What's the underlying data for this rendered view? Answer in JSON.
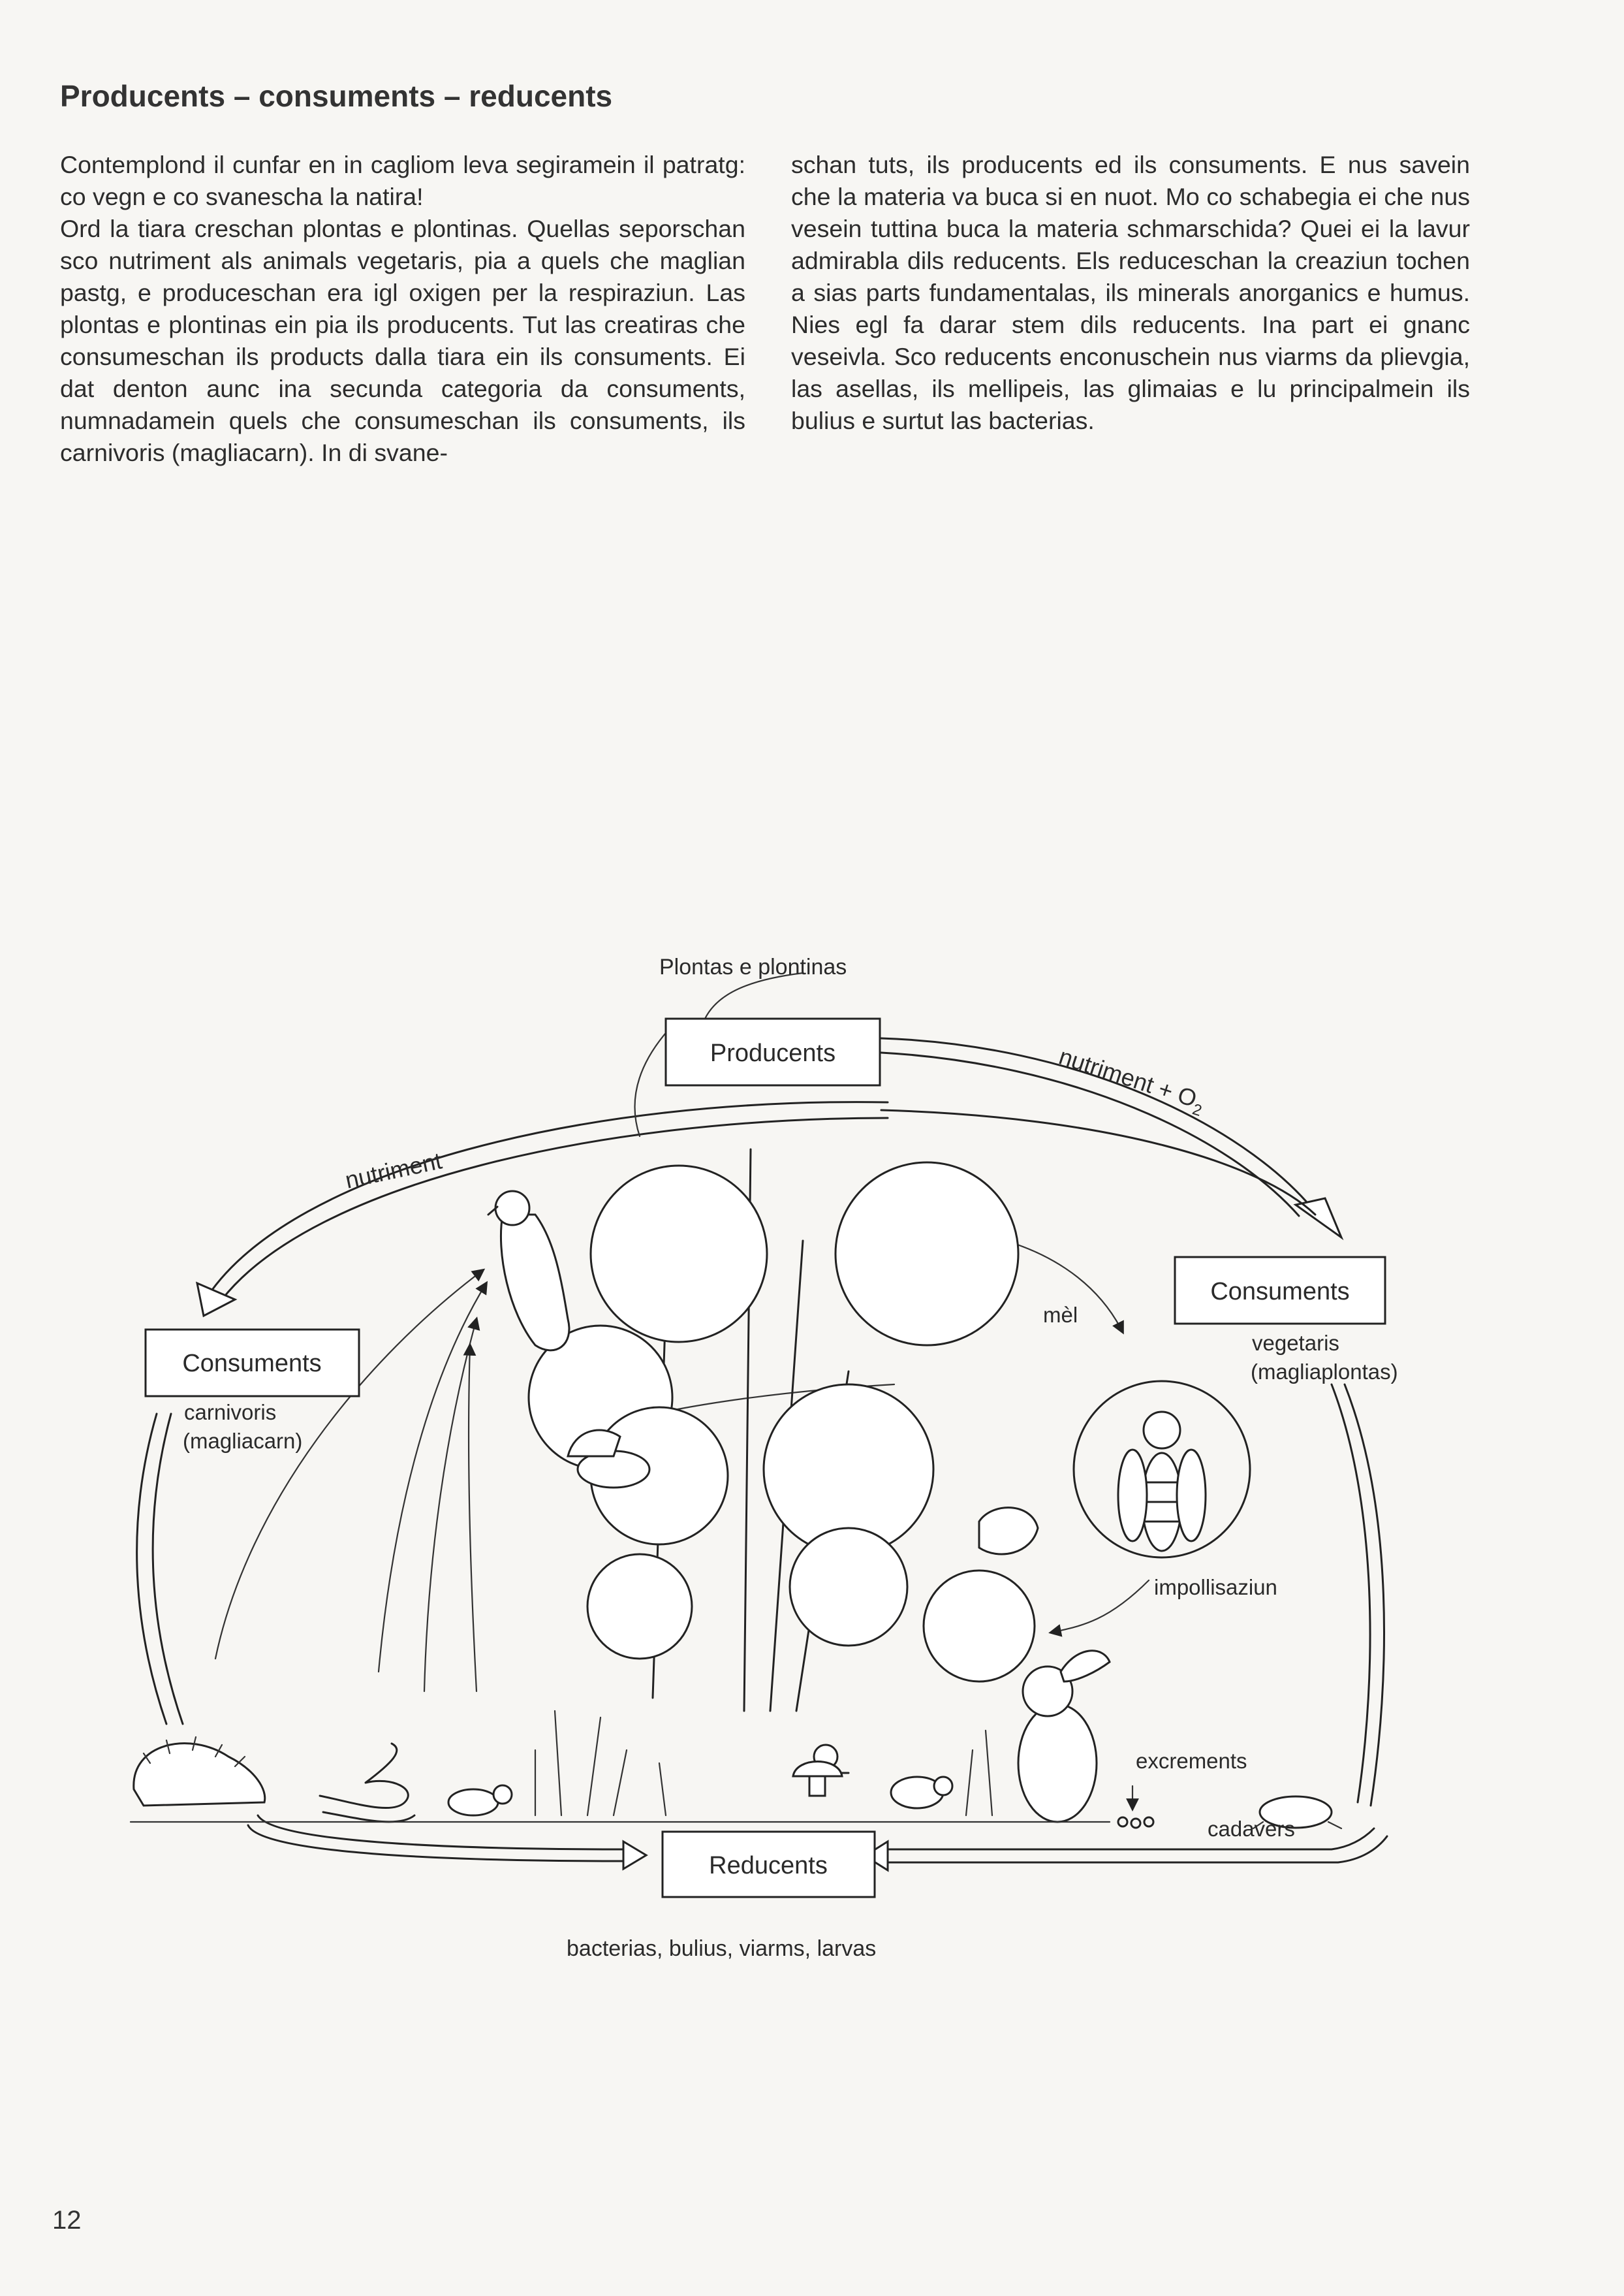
{
  "page": {
    "heading": "Producents – consuments – reducents",
    "page_number": "12"
  },
  "text": {
    "left_paragraphs": [
      "Contemplond il cunfar en in cagliom leva segiramein il patratg: co vegn e co svanescha la natira!",
      "Ord la tiara creschan plontas e plontinas. Quellas seporschan sco nutriment als animals vegetaris, pia a quels che maglian pastg, e produceschan era igl oxigen per la respiraziun. Las plontas e plontinas ein pia ils producents. Tut las creatiras che consumeschan ils products dalla tiara ein ils consuments. Ei dat denton aunc ina secunda categoria da consuments, numnadamein quels che consumeschan ils consuments, ils carnivoris (magliacarn). In di svane-"
    ],
    "right_paragraphs": [
      "schan tuts, ils producents ed ils consuments. E nus savein che la materia va buca si en nuot. Mo co schabegia ei che nus vesein tuttina buca la materia schmarschida? Quei ei la lavur admirabla dils reducents. Els reduceschan la creaziun tochen a sias parts fundamentalas, ils minerals anorganics e humus. Nies egl fa darar stem dils reducents. Ina part ei gnanc veseivla. Sco reducents enconuschein nus viarms da plievgia, las asellas, ils mellipeis, las glimaias e lu principalmein ils bulius e surtut las bacterias."
    ]
  },
  "diagram": {
    "top_caption": "Plontas e plontinas",
    "producents_box": "Producents",
    "consuments_right_box": "Consuments",
    "consuments_right_sub1": "vegetaris",
    "consuments_right_sub2": "(magliaplontas)",
    "consuments_left_box": "Consuments",
    "consuments_left_sub1": "carnivoris",
    "consuments_left_sub2": "(magliacarn)",
    "reducents_box": "Reducents",
    "bottom_caption": "bacterias, bulius, viarms, larvas",
    "label_nutriment": "nutriment",
    "label_nutriment_o2": "nutriment + O",
    "label_o2_subscript": "2",
    "label_mel": "mèl",
    "label_impollisaziun": "impollisaziun",
    "label_excrements": "excrements",
    "label_cadavers": "cadavers"
  }
}
